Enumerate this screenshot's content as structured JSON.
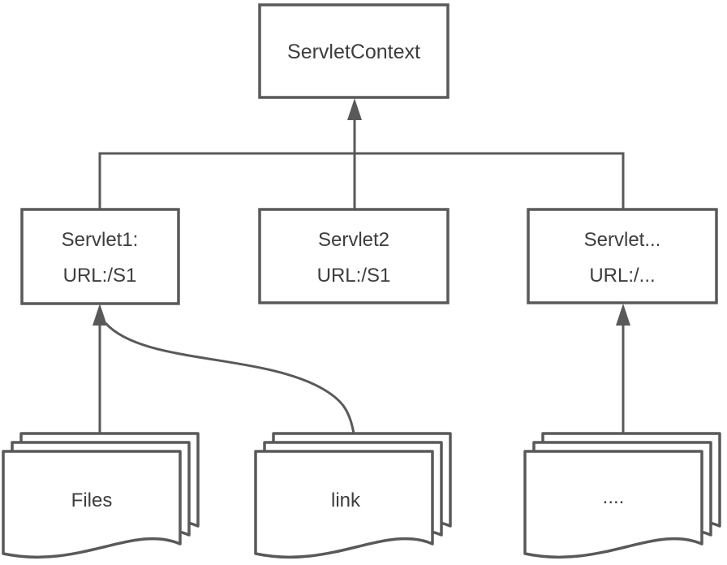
{
  "diagram": {
    "context": {
      "label": "ServletContext"
    },
    "servlets": [
      {
        "line1": "Servlet1:",
        "line2": "URL:/S1"
      },
      {
        "line1": "Servlet2",
        "line2": "URL:/S1"
      },
      {
        "line1": "Servlet...",
        "line2": "URL:/..."
      }
    ],
    "documents": [
      {
        "label": "Files"
      },
      {
        "label": "link"
      },
      {
        "label": "...."
      }
    ],
    "colors": {
      "stroke": "#595959",
      "text": "#3d3d3d",
      "background": "#ffffff"
    }
  }
}
